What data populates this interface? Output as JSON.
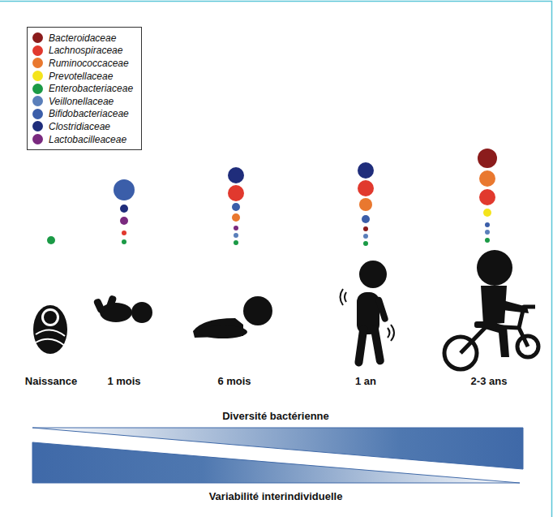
{
  "diagram": {
    "labels": [
      "Naissance",
      "1 mois",
      "6 mois",
      "1 an",
      "2-3 ans",
      "Diversité bactérienne",
      "Variabilité interindividuelle"
    ],
    "legend": [
      {
        "text": "Bacteroidaceae",
        "color": "#8b1c1c"
      },
      {
        "text": "Lachnospiraceae",
        "color": "#e1392e"
      },
      {
        "text": "Ruminococcaceae",
        "color": "#e9782f"
      },
      {
        "text": "Prevotellaceae",
        "color": "#f4e41c"
      },
      {
        "text": "Enterobacteriaceae",
        "color": "#1b9a46"
      },
      {
        "text": "Veillonellaceae",
        "color": "#5a7fba"
      },
      {
        "text": "Bifidobacteriaceae",
        "color": "#3b5ea9"
      },
      {
        "text": "Clostridiaceae",
        "color": "#1f2d7b"
      },
      {
        "text": "Lactobacilleaceae",
        "color": "#7a2a7f"
      }
    ]
  }
}
